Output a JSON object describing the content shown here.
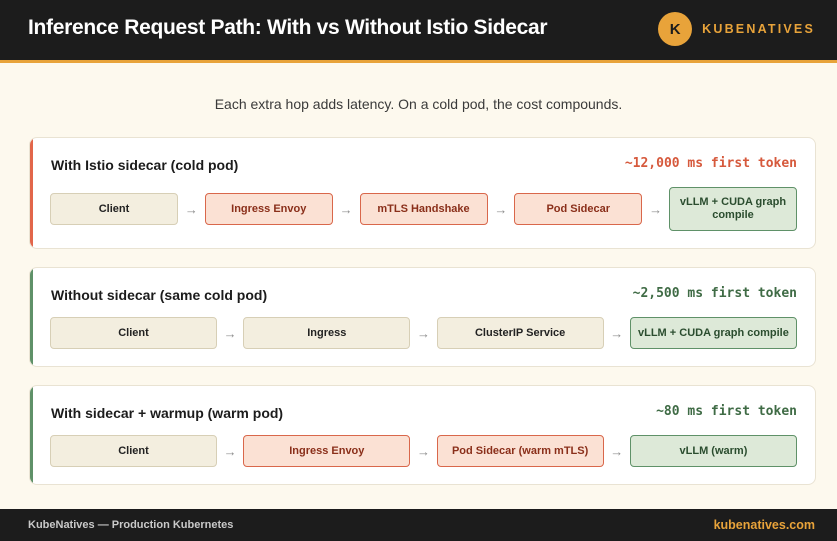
{
  "header": {
    "title": "Inference Request Path: With vs Without Istio Sidecar",
    "brand_initial": "K",
    "brand_name": "KUBENATIVES"
  },
  "subtitle": "Each extra hop adds latency. On a cold pod, the cost compounds.",
  "panels": [
    {
      "title": "With Istio sidecar (cold pod)",
      "metric": "~12,000 ms first token",
      "accent": "#e2664a",
      "nodes": [
        "Client",
        "Ingress Envoy",
        "mTLS Handshake",
        "Pod Sidecar",
        "vLLM + CUDA graph compile"
      ]
    },
    {
      "title": "Without sidecar (same cold pod)",
      "metric": "~2,500 ms first token",
      "accent": "#5f9168",
      "nodes": [
        "Client",
        "Ingress",
        "ClusterIP Service",
        "vLLM + CUDA graph compile"
      ]
    },
    {
      "title": "With sidecar + warmup (warm pod)",
      "metric": "~80 ms first token",
      "accent": "#5f9168",
      "nodes": [
        "Client",
        "Ingress Envoy",
        "Pod Sidecar (warm mTLS)",
        "vLLM (warm)"
      ]
    }
  ],
  "arrow_glyph": "→",
  "footer": {
    "left": "KubeNatives — Production Kubernetes",
    "right": "kubenatives.com"
  },
  "colors": {
    "brand": "#e8a33a",
    "hot": "#d6593c",
    "ok": "#3f6b45",
    "dark": "#1c1c1c",
    "background": "#fdf9ee"
  }
}
